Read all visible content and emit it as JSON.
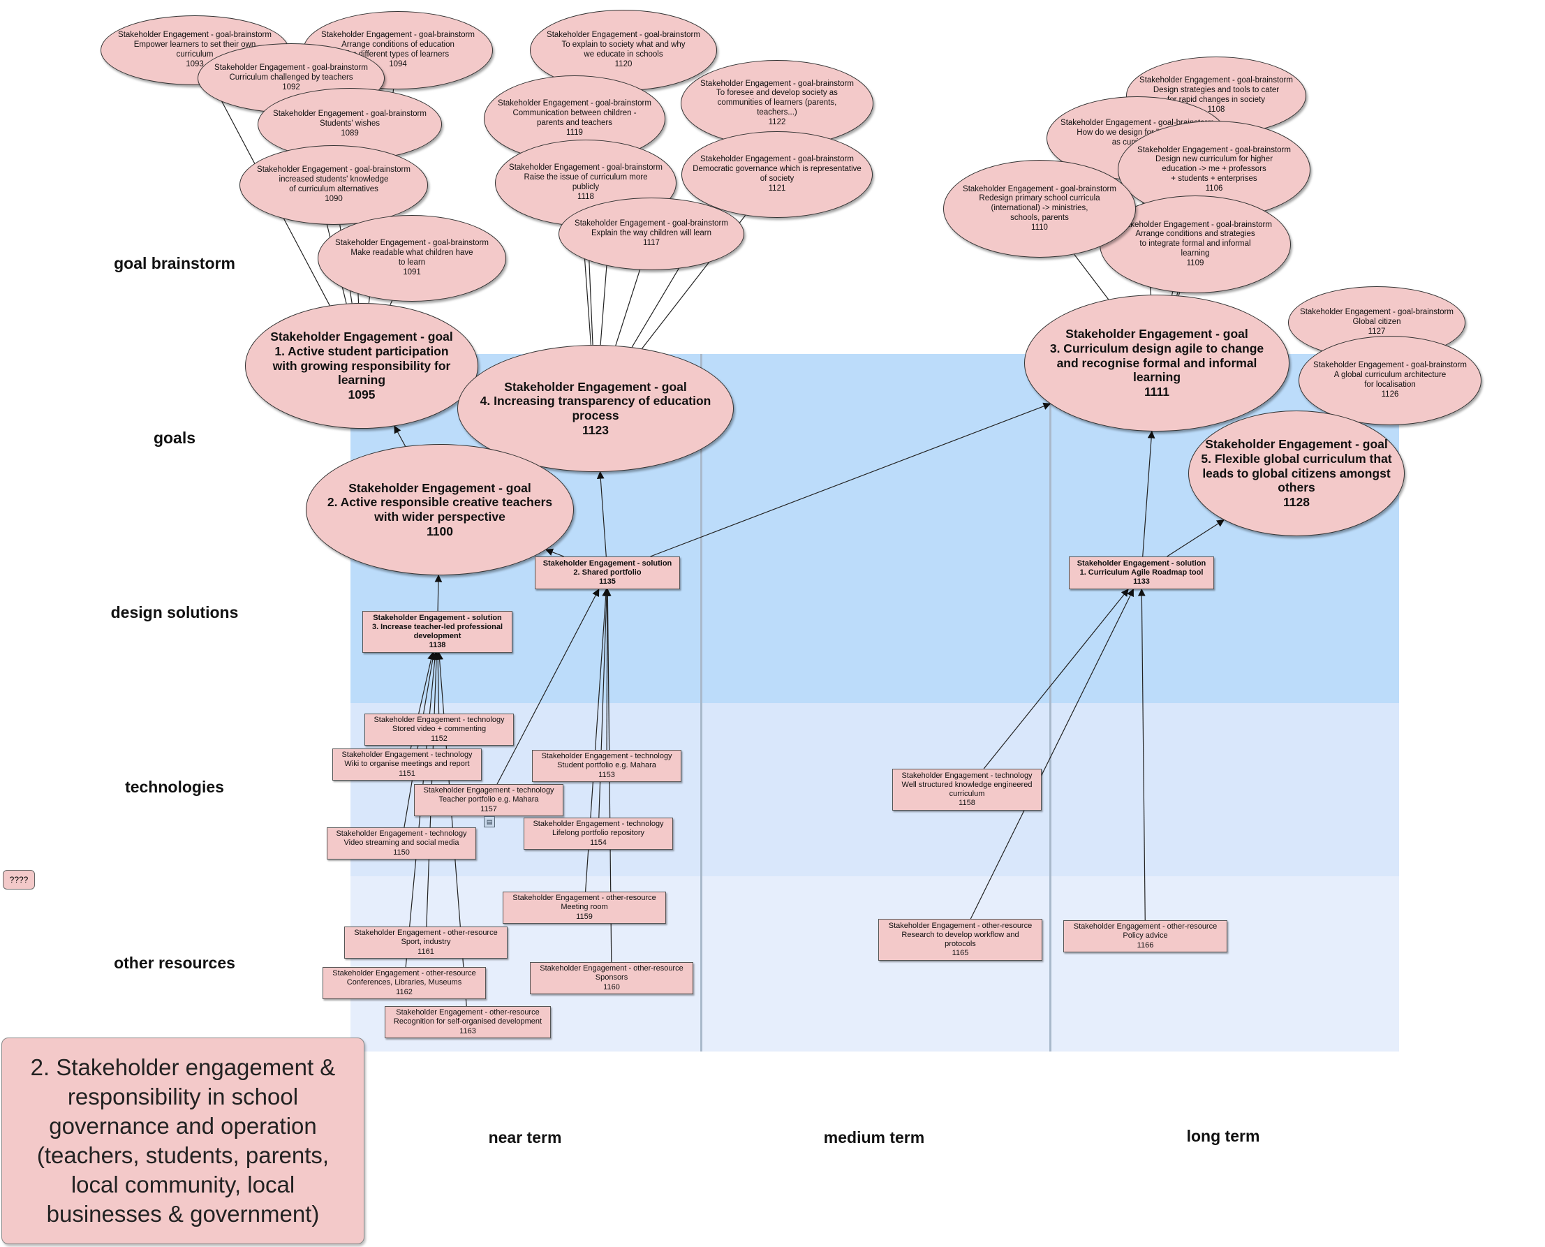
{
  "title": "2. Stakeholder engagement & responsibility in school governance and operation (teachers, students, parents, local community, local businesses & government)",
  "unlabeled_box": "????",
  "icon": "document-icon",
  "colors": {
    "node_fill": "#f3c9c9",
    "band_dark": "#bcdcfa",
    "band_mid": "#d9e7fb",
    "band_light": "#e6eefc"
  },
  "rows": [
    "goal brainstorm",
    "goals",
    "design solutions",
    "technologies",
    "other resources"
  ],
  "columns": [
    "near term",
    "medium term",
    "long term"
  ],
  "brainstorms": [
    {
      "id": "1093",
      "prefix": "Stakeholder Engagement - goal-brainstorm",
      "text": [
        "Empower learners to set their own",
        "curriculum"
      ],
      "num": "1093"
    },
    {
      "id": "1094",
      "prefix": "Stakeholder Engagement - goal-brainstorm",
      "text": [
        "Arrange conditions of education",
        "for different types of learners"
      ],
      "num": "1094"
    },
    {
      "id": "1092",
      "prefix": "Stakeholder Engagement - goal-brainstorm",
      "text": [
        "Curriculum challenged by teachers"
      ],
      "num": "1092"
    },
    {
      "id": "1089",
      "prefix": "Stakeholder Engagement - goal-brainstorm",
      "text": [
        "Students' wishes"
      ],
      "num": "1089"
    },
    {
      "id": "1090",
      "prefix": "Stakeholder Engagement - goal-brainstorm",
      "text": [
        "increased students' knowledge",
        "of curriculum alternatives"
      ],
      "num": "1090"
    },
    {
      "id": "1091",
      "prefix": "Stakeholder Engagement - goal-brainstorm",
      "text": [
        "Make readable what children have",
        "to learn"
      ],
      "num": "1091"
    },
    {
      "id": "1120",
      "prefix": "Stakeholder Engagement - goal-brainstorm",
      "text": [
        "To explain to society what and why",
        "we educate in schools"
      ],
      "num": "1120"
    },
    {
      "id": "1119",
      "prefix": "Stakeholder Engagement - goal-brainstorm",
      "text": [
        "Communication between children -",
        "parents and teachers"
      ],
      "num": "1119"
    },
    {
      "id": "1122",
      "prefix": "Stakeholder Engagement - goal-brainstorm",
      "text": [
        "To foresee and develop society as",
        "communities of learners (parents,",
        "teachers...)"
      ],
      "num": "1122"
    },
    {
      "id": "1118",
      "prefix": "Stakeholder Engagement - goal-brainstorm",
      "text": [
        "Raise the issue of curriculum more",
        "publicly"
      ],
      "num": "1118"
    },
    {
      "id": "1121",
      "prefix": "Stakeholder Engagement - goal-brainstorm",
      "text": [
        "Democratic governance which is representative",
        "of society"
      ],
      "num": "1121"
    },
    {
      "id": "1117",
      "prefix": "Stakeholder Engagement - goal-brainstorm",
      "text": [
        "Explain the way children will learn"
      ],
      "num": "1117"
    },
    {
      "id": "1108",
      "prefix": "Stakeholder Engagement - goal-brainstorm",
      "text": [
        "Design strategies and tools to cater",
        "for rapid changes in society"
      ],
      "num": "1108"
    },
    {
      "id": "1107",
      "prefix": "Stakeholder Engagement - goal-brainstorm",
      "text": [
        "How do we design for \"community",
        "as curriculum\""
      ],
      "num": "1107"
    },
    {
      "id": "1106",
      "prefix": "Stakeholder Engagement - goal-brainstorm",
      "text": [
        "Design new curriculum for higher",
        "education -> me + professors",
        "+ students + enterprises"
      ],
      "num": "1106"
    },
    {
      "id": "1109",
      "prefix": "Stakeholder Engagement - goal-brainstorm",
      "text": [
        "Arrange conditions and strategies",
        "to integrate formal and informal",
        "learning"
      ],
      "num": "1109"
    },
    {
      "id": "1110",
      "prefix": "Stakeholder Engagement - goal-brainstorm",
      "text": [
        "Redesign primary school curricula",
        "(international) -> ministries,",
        "schools, parents"
      ],
      "num": "1110"
    },
    {
      "id": "1127",
      "prefix": "Stakeholder Engagement - goal-brainstorm",
      "text": [
        "Global citizen"
      ],
      "num": "1127"
    },
    {
      "id": "1126",
      "prefix": "Stakeholder Engagement - goal-brainstorm",
      "text": [
        "A global curriculum architecture",
        "for localisation"
      ],
      "num": "1126"
    }
  ],
  "goals": [
    {
      "id": "1095",
      "prefix": "Stakeholder Engagement - goal",
      "text": [
        "1. Active student participation",
        "with growing responsibility for",
        "learning"
      ],
      "num": "1095"
    },
    {
      "id": "1123",
      "prefix": "Stakeholder Engagement - goal",
      "text": [
        "4. Increasing transparency of education",
        "process"
      ],
      "num": "1123"
    },
    {
      "id": "1100",
      "prefix": "Stakeholder Engagement - goal",
      "text": [
        "2. Active responsible creative teachers",
        "with wider perspective"
      ],
      "num": "1100"
    },
    {
      "id": "1111",
      "prefix": "Stakeholder Engagement - goal",
      "text": [
        "3. Curriculum design agile to change",
        "and recognise formal and informal",
        "learning"
      ],
      "num": "1111"
    },
    {
      "id": "1128",
      "prefix": "Stakeholder Engagement - goal",
      "text": [
        "5. Flexible global curriculum that",
        "leads to global citizens amongst",
        "others"
      ],
      "num": "1128"
    }
  ],
  "solutions": [
    {
      "id": "1138",
      "prefix": "Stakeholder Engagement - solution",
      "text": [
        "3. Increase teacher-led professional",
        "development"
      ],
      "num": "1138"
    },
    {
      "id": "1135",
      "prefix": "Stakeholder Engagement - solution",
      "text": [
        "2. Shared portfolio"
      ],
      "num": "1135"
    },
    {
      "id": "1133",
      "prefix": "Stakeholder Engagement - solution",
      "text": [
        "1. Curriculum Agile Roadmap tool"
      ],
      "num": "1133"
    }
  ],
  "technologies": [
    {
      "id": "1152",
      "prefix": "Stakeholder Engagement - technology",
      "text": [
        "Stored video + commenting"
      ],
      "num": "1152"
    },
    {
      "id": "1151",
      "prefix": "Stakeholder Engagement - technology",
      "text": [
        "Wiki to organise meetings and report"
      ],
      "num": "1151"
    },
    {
      "id": "1157",
      "prefix": "Stakeholder Engagement - technology",
      "text": [
        "Teacher portfolio e.g. Mahara"
      ],
      "num": "1157"
    },
    {
      "id": "1150",
      "prefix": "Stakeholder Engagement - technology",
      "text": [
        "Video streaming and social media"
      ],
      "num": "1150"
    },
    {
      "id": "1153",
      "prefix": "Stakeholder Engagement - technology",
      "text": [
        "Student portfolio e.g. Mahara"
      ],
      "num": "1153"
    },
    {
      "id": "1154",
      "prefix": "Stakeholder Engagement - technology",
      "text": [
        "Lifelong portfolio repository"
      ],
      "num": "1154"
    },
    {
      "id": "1158",
      "prefix": "Stakeholder Engagement - technology",
      "text": [
        "Well structured knowledge engineered",
        "curriculum"
      ],
      "num": "1158"
    }
  ],
  "resources": [
    {
      "id": "1159",
      "prefix": "Stakeholder Engagement - other-resource",
      "text": [
        "Meeting room"
      ],
      "num": "1159"
    },
    {
      "id": "1161",
      "prefix": "Stakeholder Engagement - other-resource",
      "text": [
        "Sport, industry"
      ],
      "num": "1161"
    },
    {
      "id": "1162",
      "prefix": "Stakeholder Engagement - other-resource",
      "text": [
        "Conferences, Libraries, Museums"
      ],
      "num": "1162"
    },
    {
      "id": "1160",
      "prefix": "Stakeholder Engagement - other-resource",
      "text": [
        "Sponsors"
      ],
      "num": "1160"
    },
    {
      "id": "1163",
      "prefix": "Stakeholder Engagement - other-resource",
      "text": [
        "Recognition for self-organised development"
      ],
      "num": "1163"
    },
    {
      "id": "1165",
      "prefix": "Stakeholder Engagement - other-resource",
      "text": [
        "Research to develop workflow and",
        "protocols"
      ],
      "num": "1165"
    },
    {
      "id": "1166",
      "prefix": "Stakeholder Engagement - other-resource",
      "text": [
        "Policy advice"
      ],
      "num": "1166"
    }
  ],
  "edges": [
    [
      "1093",
      "1095"
    ],
    [
      "1094",
      "1095"
    ],
    [
      "1092",
      "1095"
    ],
    [
      "1089",
      "1095"
    ],
    [
      "1090",
      "1095"
    ],
    [
      "1091",
      "1095"
    ],
    [
      "1120",
      "1123"
    ],
    [
      "1119",
      "1123"
    ],
    [
      "1122",
      "1123"
    ],
    [
      "1118",
      "1123"
    ],
    [
      "1121",
      "1123"
    ],
    [
      "1117",
      "1123"
    ],
    [
      "1108",
      "1111"
    ],
    [
      "1107",
      "1111"
    ],
    [
      "1106",
      "1111"
    ],
    [
      "1109",
      "1111"
    ],
    [
      "1110",
      "1111"
    ],
    [
      "1127",
      "1128"
    ],
    [
      "1126",
      "1128"
    ],
    [
      "1100",
      "1095"
    ],
    [
      "1138",
      "1100"
    ],
    [
      "1135",
      "1123"
    ],
    [
      "1135",
      "1111"
    ],
    [
      "1135",
      "1100"
    ],
    [
      "1133",
      "1111"
    ],
    [
      "1133",
      "1128"
    ],
    [
      "1152",
      "1138"
    ],
    [
      "1151",
      "1138"
    ],
    [
      "1150",
      "1138"
    ],
    [
      "1161",
      "1138"
    ],
    [
      "1162",
      "1138"
    ],
    [
      "1163",
      "1138"
    ],
    [
      "1157",
      "1135"
    ],
    [
      "1153",
      "1135"
    ],
    [
      "1154",
      "1135"
    ],
    [
      "1159",
      "1135"
    ],
    [
      "1160",
      "1135"
    ],
    [
      "1158",
      "1133"
    ],
    [
      "1165",
      "1133"
    ],
    [
      "1166",
      "1133"
    ]
  ]
}
